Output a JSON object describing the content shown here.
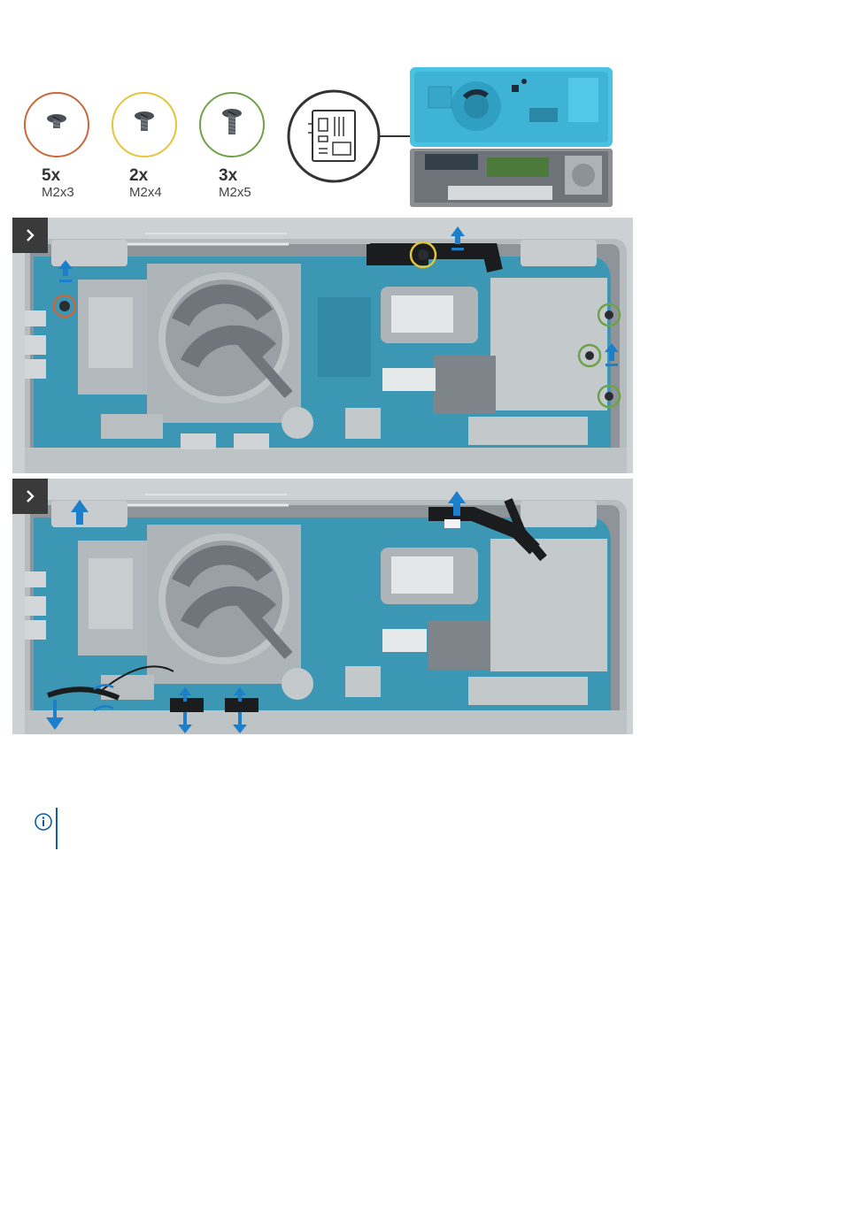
{
  "colors": {
    "screw_m2x3": "#c9683a",
    "screw_m2x4": "#e3c43a",
    "screw_m2x5": "#6ea24a",
    "arrow_blue": "#1c7fcc",
    "board_teal": "#3a9bb8",
    "note_blue": "#0a5fa8"
  },
  "screws": [
    {
      "count": "5x",
      "size": "M2x3",
      "icon": "screw-m2x3-icon"
    },
    {
      "count": "2x",
      "size": "M2x4",
      "icon": "screw-m2x4-icon"
    },
    {
      "count": "3x",
      "size": "M2x5",
      "icon": "screw-m2x5-icon"
    }
  ],
  "system_board_icon": "system-board-icon",
  "steps": [
    {
      "marker_icon": "chevron-right-icon"
    },
    {
      "marker_icon": "chevron-right-icon"
    }
  ],
  "note": {
    "icon": "info-icon",
    "text": ""
  }
}
